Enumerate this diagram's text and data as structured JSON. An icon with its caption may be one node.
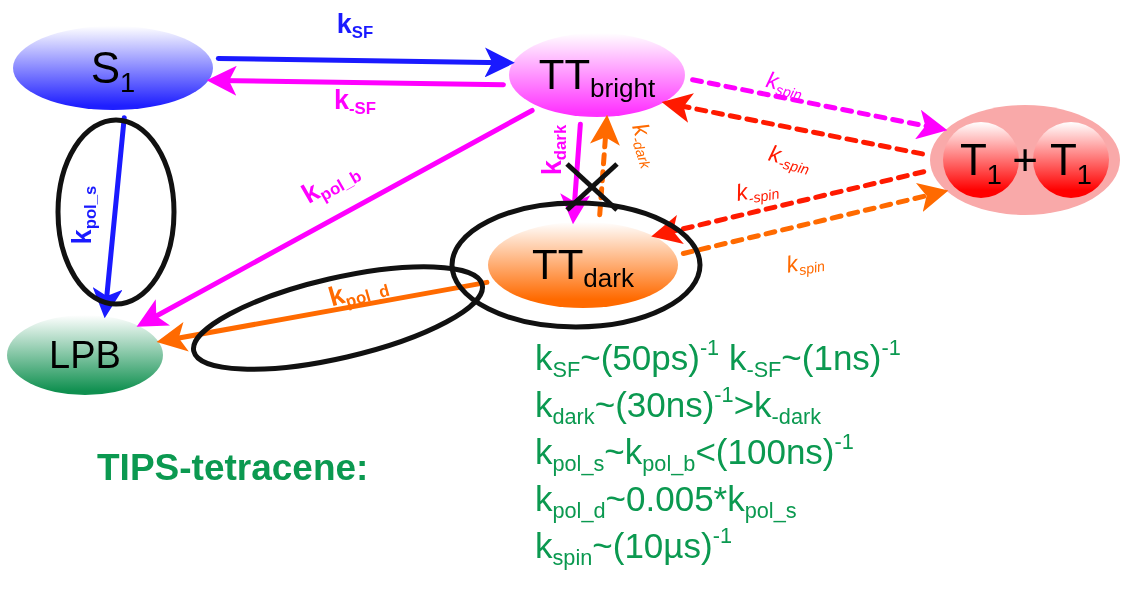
{
  "diagram": {
    "nodes": [
      {
        "text": [
          "S$_{1}$"
        ]
      },
      {
        "text": [
          "TT$_{bright}$"
        ]
      },
      {
        "text": [
          "+"
        ]
      },
      {
        "text": [
          "T$_{1}$"
        ],
        "in": 2
      },
      {
        "text": [
          "T$_{1}$"
        ],
        "in": 2
      },
      {
        "text": [
          "TT$_{dark}$"
        ]
      },
      {
        "text": [
          "LPB"
        ]
      }
    ],
    "edges": [
      {
        "from": 0,
        "to": 1,
        "arrow": "to",
        "label": "k$_{SF}$",
        "color": "#1a1aff"
      },
      {
        "from": 1,
        "to": 0,
        "arrow": "to",
        "label": "k$_{-SF}$"
      },
      {
        "from": 0,
        "to": 6,
        "arrow": "to",
        "label": "k$_{pol_s}$",
        "color": "#1a1aff"
      },
      {
        "from": 1,
        "to": 6,
        "arrow": "to",
        "label": "k$_{pol_b}$"
      },
      {
        "from": 1,
        "to": 5,
        "arrow": "to",
        "label": "k$_{dark}$"
      },
      {
        "from": 5,
        "to": 1,
        "arrow": "to",
        "label": "k$_{-dark}$",
        "style": "dashed",
        "color": "#ff6a00"
      },
      {
        "from": 1,
        "to": 2,
        "arrow": "to",
        "label": "k$_{spin}$",
        "style": "dashed"
      },
      {
        "from": 2,
        "to": 1,
        "arrow": "to",
        "label": "k$_{-spin}$",
        "style": "dashed",
        "color": "#ff1a00"
      },
      {
        "from": 2,
        "to": 5,
        "arrow": "to",
        "label": "k$_{-spin}$",
        "style": "dashed",
        "color": "#ff1a00"
      },
      {
        "from": 5,
        "to": 2,
        "arrow": "to",
        "label": "k$_{spin}$",
        "style": "dashed",
        "color": "#ff6a00"
      },
      {
        "from": 5,
        "to": 6,
        "arrow": "to",
        "label": "k$_{pol_d}$",
        "color": "#ff6a00"
      }
    ],
    "labels": [
      "TIPS-tetracene:",
      "k$_{SF}$~(50ps)$^{-1}$ k$_{-SF}$~(1ns)$^{-1}$",
      "k$_{dark}$~(30ns)$^{-1}$>k$_{-dark}$",
      "k$_{pol_s}$~k$_{pol_b}$<(100ns)$^{-1}$",
      "k$_{pol_d}$~0.005*k$_{pol_s}$",
      "k$_{spin}$~(10µs)$^{-1}$"
    ]
  }
}
